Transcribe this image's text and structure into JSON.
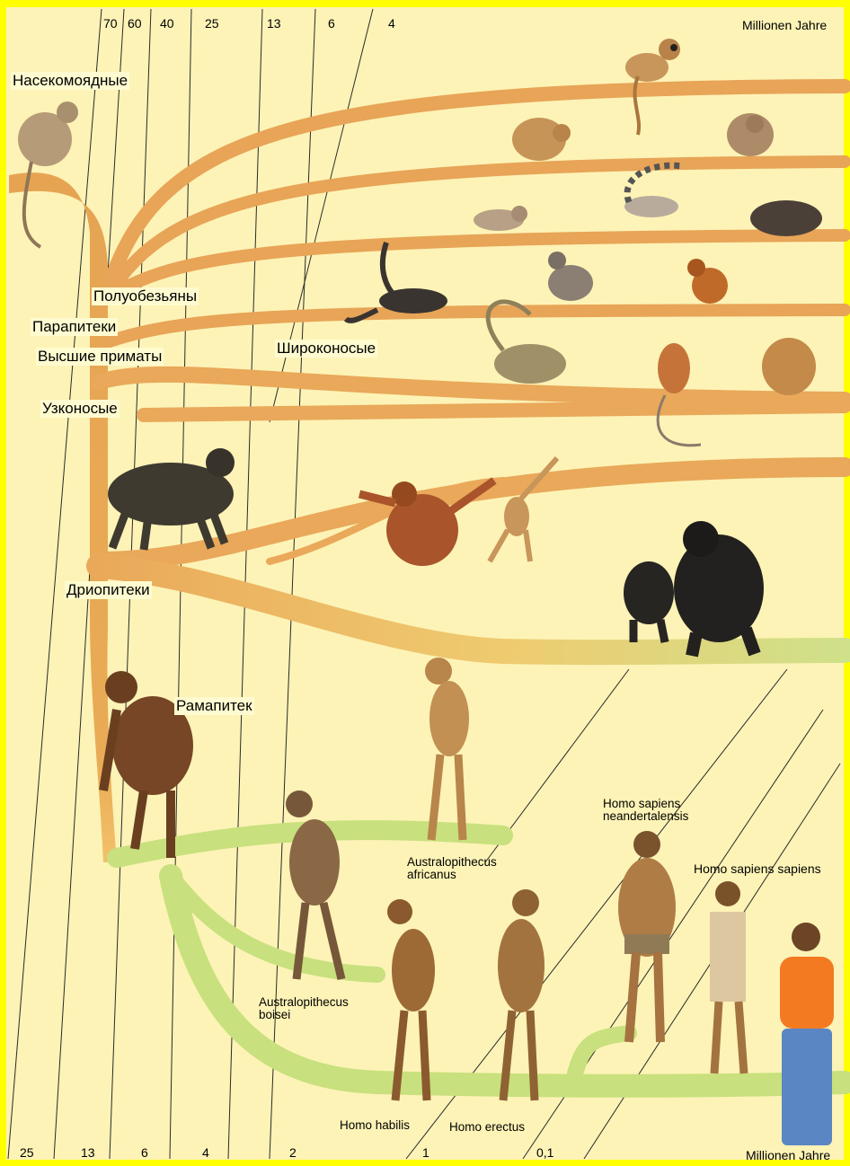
{
  "colors": {
    "frame": "#ffff00",
    "background": "#fdf3b6",
    "branch_orange": "#e9a659",
    "branch_green": "#c6df7a",
    "trunk": "#e4a04f",
    "grid_line": "#2a2a2a"
  },
  "top_scale": {
    "ticks": [
      "70",
      "60",
      "40",
      "25",
      "13",
      "6",
      "4"
    ],
    "unit": "Millionen Jahre"
  },
  "bottom_scale": {
    "ticks": [
      "25",
      "13",
      "6",
      "4",
      "2",
      "1",
      "0,1"
    ],
    "unit": "Millionen Jahre"
  },
  "labels": {
    "insectivores": "Насекомоядные",
    "prosimians": "Полуобезьяны",
    "parapithecus": "Парапитеки",
    "higher_primates": "Высшие приматы",
    "platyrrhines": "Широконосые",
    "catarrhines": "Узконосые",
    "dryopithecus": "Дриопитеки",
    "ramapithecus": "Рамапитек",
    "africanus_1": "Australopithecus",
    "africanus_2": "africanus",
    "boisei_1": "Australopithecus",
    "boisei_2": "boisei",
    "neander_1": "Homo sapiens",
    "neander_2": "neandertalensis",
    "sapiens": "Homo sapiens sapiens",
    "habilis": "Homo habilis",
    "erectus": "Homo erectus"
  },
  "figures": [
    "tarsier-figure",
    "loris-figure",
    "slow-loris-figure",
    "ring-tailed-lemur-figure",
    "indri-figure",
    "marmoset-figure",
    "spider-monkey-figure",
    "capuchin-figure",
    "tamarin-figure",
    "guenon-figure",
    "red-colobus-figure",
    "baboon-figure",
    "dryopithecus-figure",
    "orangutan-figure",
    "gibbon-figure",
    "chimpanzee-figure",
    "gorilla-figure",
    "ramapithecus-figure",
    "australopithecus-africanus-figure",
    "australopithecus-boisei-figure",
    "homo-habilis-figure",
    "homo-erectus-figure",
    "neanderthal-figure",
    "homo-sapiens-sapiens-figure",
    "modern-man-figure"
  ]
}
